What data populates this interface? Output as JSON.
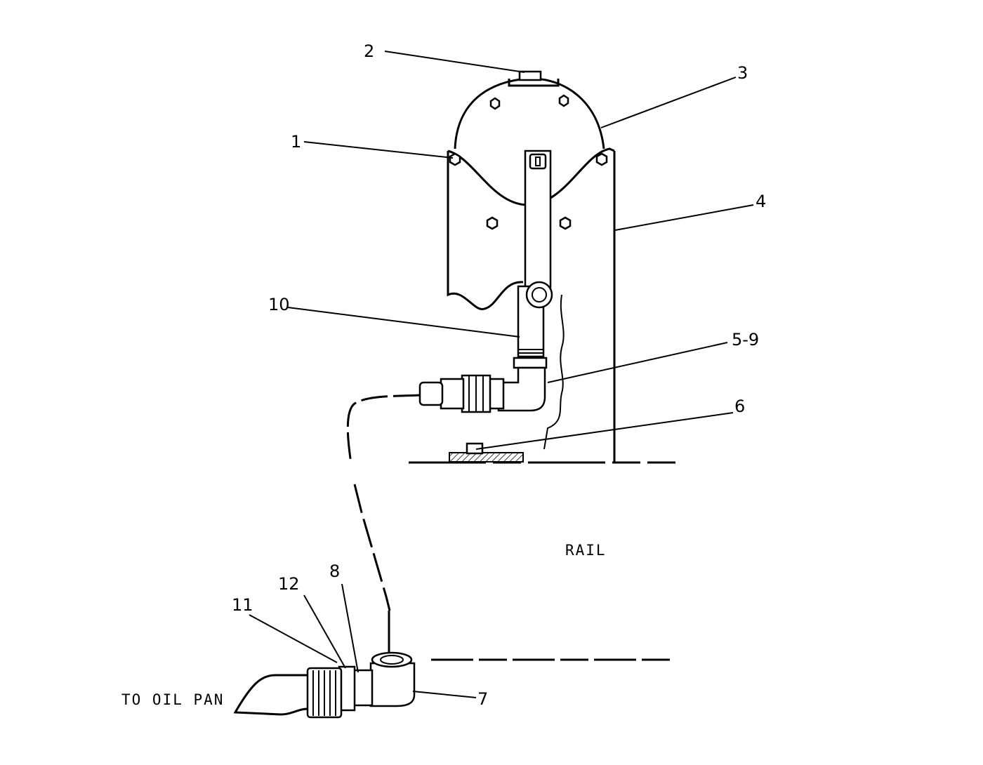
{
  "callouts": {
    "c1": "1",
    "c2": "2",
    "c3": "3",
    "c4": "4",
    "c5_9": "5-9",
    "c6": "6",
    "c7": "7",
    "c8": "8",
    "c10": "10",
    "c11": "11",
    "c12": "12"
  },
  "labels": {
    "rail": "RAIL",
    "to_oil_pan": "TO OIL PAN"
  }
}
